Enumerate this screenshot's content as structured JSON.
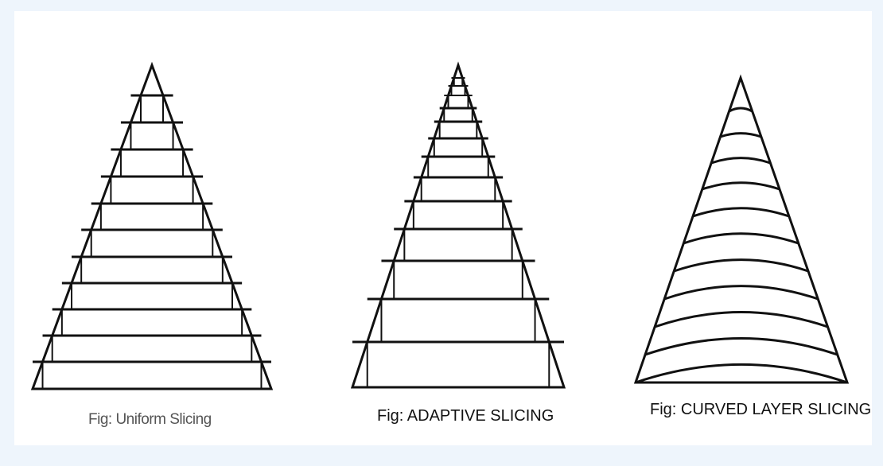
{
  "captions": {
    "uniform": "Fig: Uniform Slicing",
    "adaptive": "Fig: ADAPTIVE SLICING",
    "curved": "Fig: CURVED LAYER SLICING"
  },
  "colors": {
    "background": "#eef5fc",
    "panel": "#ffffff",
    "stroke": "#111111"
  }
}
